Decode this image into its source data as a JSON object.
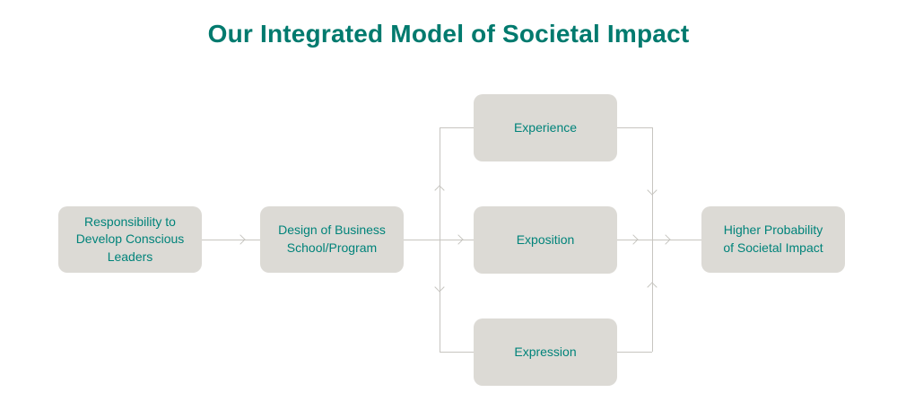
{
  "title": "Our Integrated Model of Societal Impact",
  "colors": {
    "accent": "#007a6e",
    "node_text": "#00837a",
    "node_fill": "#dcdad5",
    "connector": "#c7c5c0",
    "background": "#ffffff"
  },
  "nodes": {
    "responsibility": {
      "label": "Responsibility to\nDevelop Conscious\nLeaders"
    },
    "design": {
      "label": "Design of Business\nSchool/Program"
    },
    "experience": {
      "label": "Experience"
    },
    "exposition": {
      "label": "Exposition"
    },
    "expression": {
      "label": "Expression"
    },
    "impact": {
      "label": "Higher Probability\nof Societal Impact"
    }
  }
}
